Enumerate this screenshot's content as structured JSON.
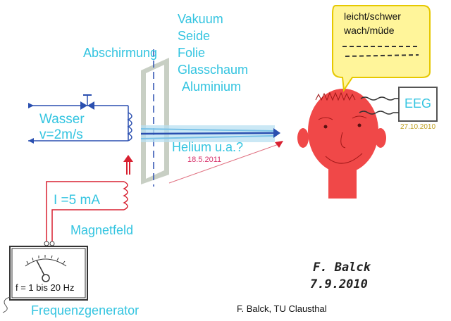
{
  "labels": {
    "materials": [
      "Vakuum",
      "Seide",
      "Folie",
      "Glasschaum",
      "Aluminium"
    ],
    "shielding": "Abschirmung",
    "water": "Wasser",
    "speed": "v=2m/s",
    "helium": "Helium u.a.?",
    "date_helium": "18.5.2011",
    "current": "I =5 mA",
    "magnetic_field": "Magnetfeld",
    "frequency": "f = 1 bis 20 Hz",
    "generator": "Frequenzgenerator",
    "bubble_line1": "leicht/schwer",
    "bubble_line2": "wach/müde",
    "eeg": "EEG",
    "date_eeg": "27.10.2010",
    "signature_name": "F. Balck",
    "signature_date": "7.9.2010",
    "credit": "F. Balck, TU Clausthal"
  },
  "colors": {
    "cyan": "#33c4e0",
    "blue": "#2a4fb0",
    "red": "#e02a2a",
    "face": "#f04848",
    "yellow": "#fff59a",
    "grey": "#c8cfc4"
  }
}
